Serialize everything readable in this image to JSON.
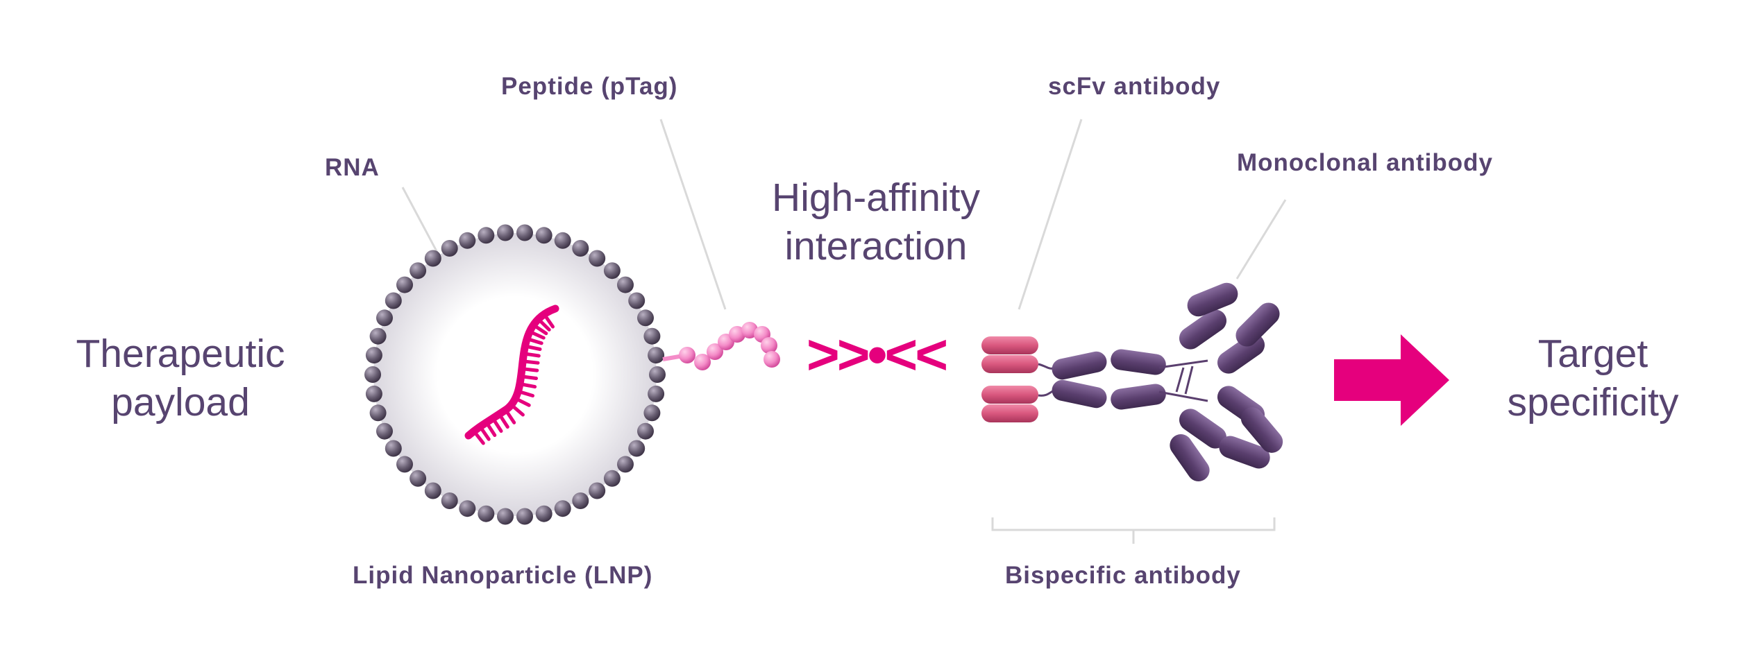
{
  "labels": {
    "therapeutic_payload": "Therapeutic payload",
    "rna": "RNA",
    "peptide": "Peptide (pTag)",
    "high_affinity": "High-affinity interaction",
    "interaction_symbol": ">>•<<",
    "scfv": "scFv antibody",
    "monoclonal": "Monoclonal antibody",
    "target_specificity": "Target specificity",
    "lnp": "Lipid Nanoparticle (LNP)",
    "bispecific": "Bispecific antibody"
  },
  "colors": {
    "text": "#574470",
    "accent_magenta": "#e5007d",
    "peptide_pink": "#f48cc8",
    "scfv_pink": "#d9577e",
    "antibody_purple": "#5a3f6e",
    "lipid_gray": "#6a6074",
    "leader_line": "#d9d9d9"
  },
  "icons": {
    "arrow": "right-arrow-icon"
  }
}
